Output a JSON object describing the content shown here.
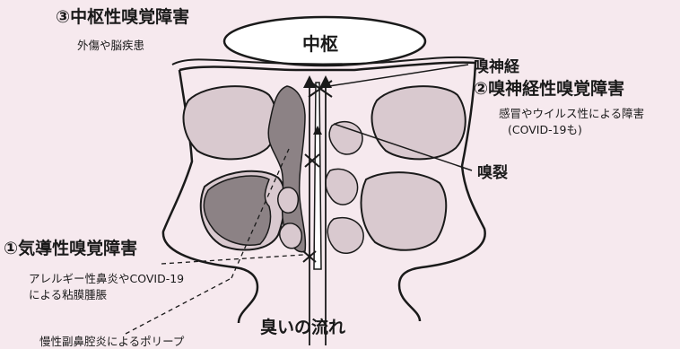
{
  "labels": {
    "central_title": "③中枢性嗅覚障害",
    "central_cause": "外傷や脳疾患",
    "center_brain": "中枢",
    "olfactory_nerve": "嗅神経",
    "nerve_title": "②嗅神経性嗅覚障害",
    "nerve_cause_1": "感冒やウイルス性による障害",
    "nerve_cause_2": "(COVID-19も)",
    "olfactory_cleft": "嗅裂",
    "conductive_title": "①気導性嗅覚障害",
    "conductive_cause_1": "アレルギー性鼻炎やCOVID-19",
    "conductive_cause_2": "による粘膜腫脹",
    "polyp_cause": "慢性副鼻腔炎によるポリープ",
    "airflow": "臭いの流れ"
  },
  "colors": {
    "background": "#f6e9ee",
    "line": "#1a1a1a",
    "sinus_light": "#d9c9cf",
    "sinus_dark": "#8c8285",
    "brain_fill": "#ffffff"
  }
}
